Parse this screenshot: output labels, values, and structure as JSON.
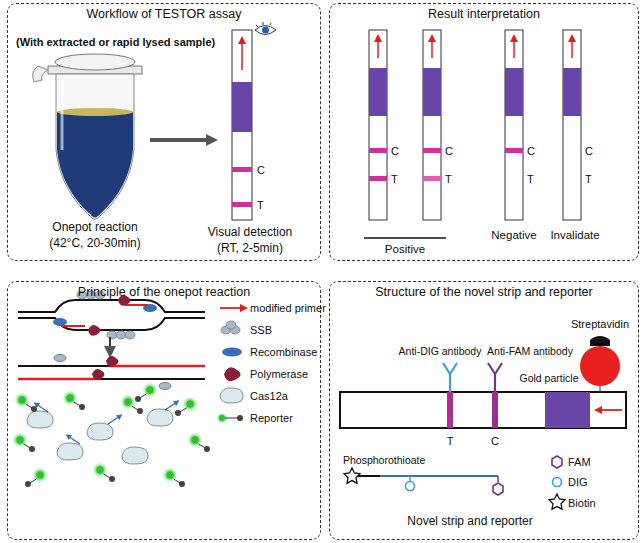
{
  "diagram": {
    "nodes": [
      {
        "text": [
          "Workflow of TESTOR assay"
        ]
      },
      {
        "text": [
          "Result interpretation"
        ]
      },
      {
        "text": [
          "Principle of the onepot reaction"
        ]
      },
      {
        "text": [
          "Structure of the novel strip and reporter"
        ]
      }
    ],
    "labels": [
      "(With extracted or rapid lysed sample)",
      "Onepot reaction",
      "(42°C, 20-30min)",
      "Visual detection",
      "(RT, 2-5min)",
      "C",
      "T",
      "C",
      "T",
      "C",
      "T",
      "C",
      "T",
      "C",
      "T",
      "Positive",
      "Negative",
      "Invalidate",
      "Streptavidin",
      "Anti-DIG antibody",
      "Anti-FAM antibody",
      "Gold particle",
      "T",
      "C",
      "Phosphorothioate",
      "FAM",
      "DIG",
      "Biotin",
      "Novel strip and reporter"
    ],
    "legend": [
      {
        "text": "modified primer"
      },
      {
        "text": "SSB"
      },
      {
        "text": "Recombinase"
      },
      {
        "text": "Polymerase"
      },
      {
        "text": "Cas12a"
      },
      {
        "text": "Reporter"
      }
    ]
  }
}
